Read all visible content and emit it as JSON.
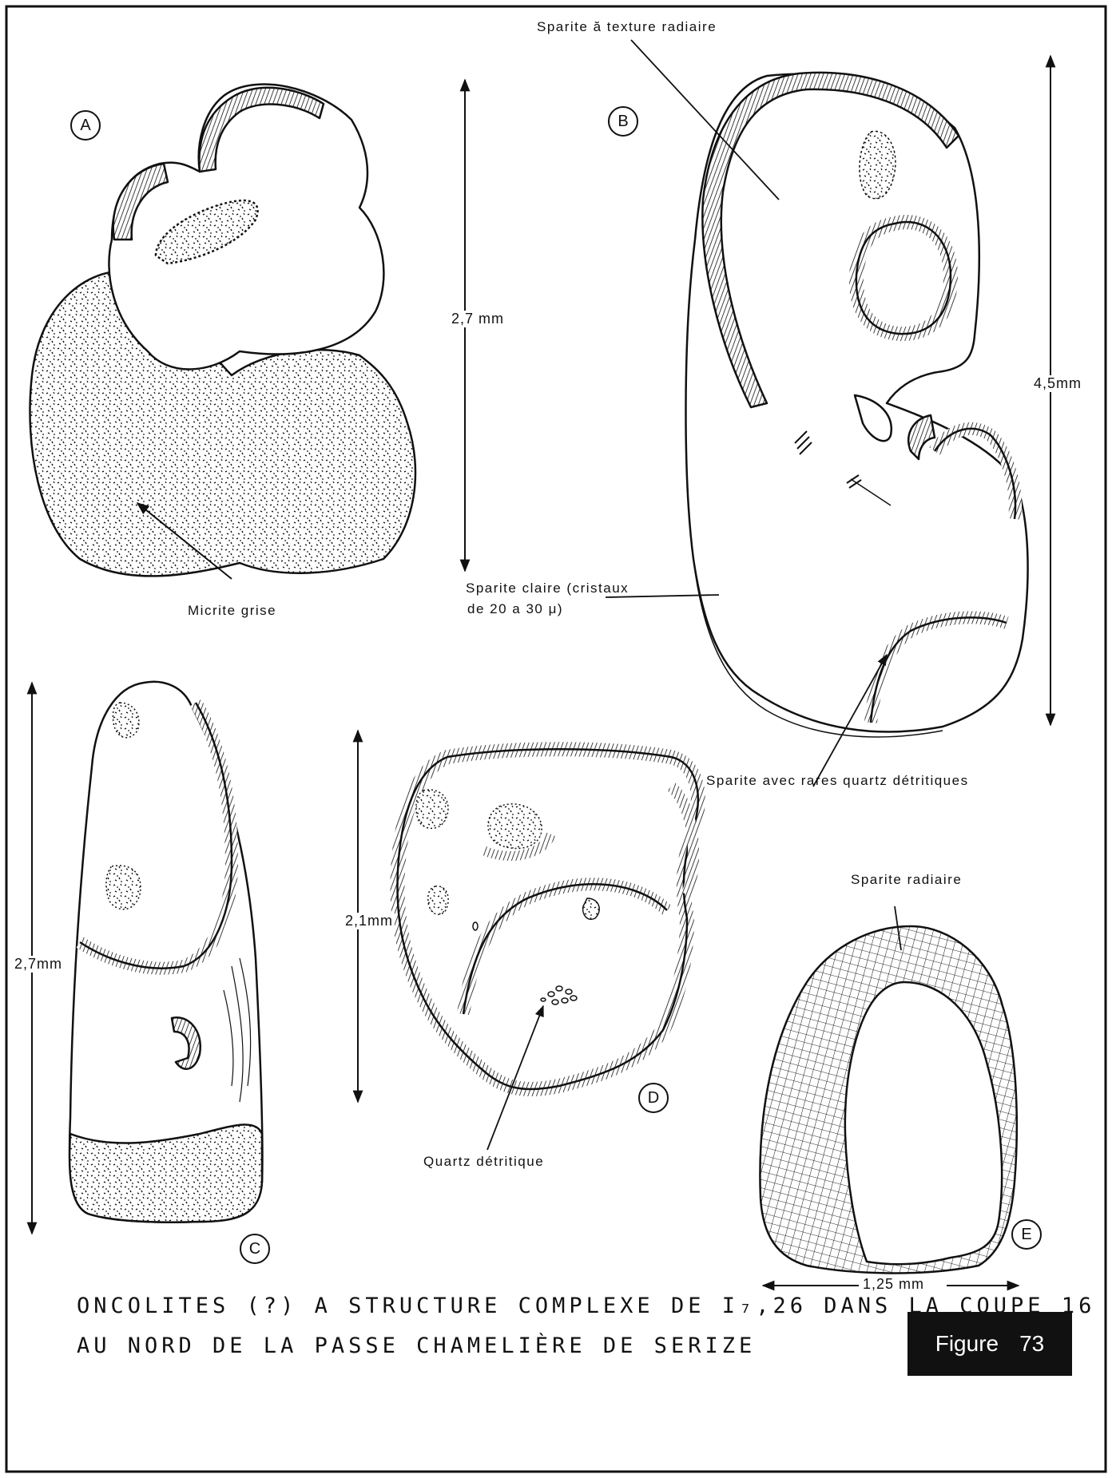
{
  "labels": {
    "sparite_radiaire_texture": "Sparite ă texture radiaire",
    "micrite_grise": "Micrite grise",
    "sparite_claire_line1": "Sparite claire (cristaux",
    "sparite_claire_line2": "de 20 a 30 μ)",
    "sparite_quartz": "Sparite avec rares quartz détritiques",
    "sparite_radiaire": "Sparite radiaire",
    "quartz_detritique": "Quartz détritique"
  },
  "panels": {
    "a": "A",
    "b": "B",
    "c": "C",
    "d": "D",
    "e": "E"
  },
  "measurements": {
    "a_height": "2,7 mm",
    "b_height": "4,5mm",
    "c_height": "2,7mm",
    "d_height": "2,1mm",
    "e_width": "1,25 mm"
  },
  "caption": {
    "line1": "ONCOLITES (?) A STRUCTURE  COMPLEXE DE I₇,26 DANS LA COUPE 16",
    "line2": "AU  NORD DE LA PASSE CHAMELIÈRE DE SERIZE"
  },
  "figure_box": {
    "word": "Figure",
    "number": "73"
  }
}
